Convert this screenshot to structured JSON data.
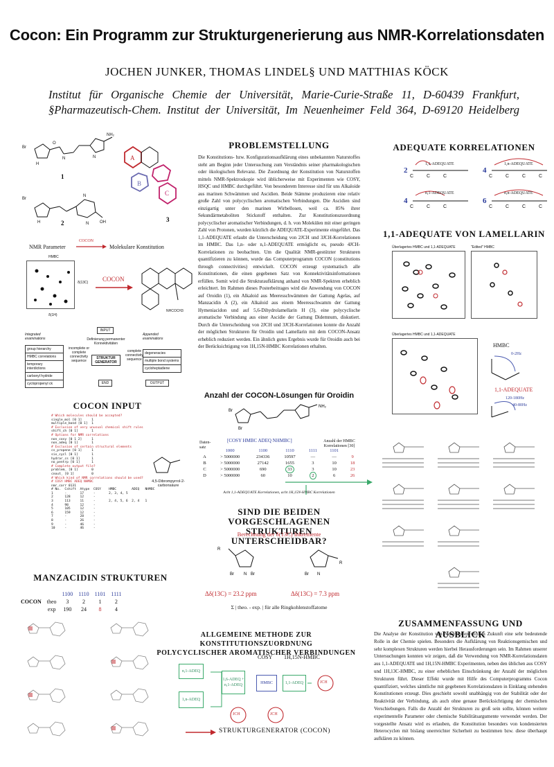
{
  "header": {
    "title": "Cocon: Ein Programm zur Strukturgenerierung aus NMR-Korrelationsdaten",
    "authors": "JOCHEN JUNKER, THOMAS LINDEL§ UND MATTHIAS KÖCK",
    "affiliation": "Institut für Organische Chemie der Universität, Marie-Curie-Straße 11, D-60439 Frankfurt, §Pharmazeutisch-Chem. Institut der Universität, Im Neuenheimer Feld 364, D-69120 Heidelberg"
  },
  "structures": {
    "label_1": "1",
    "label_2": "2",
    "label_3": "3",
    "ring_a": "A",
    "ring_b": "B",
    "ring_c": "C"
  },
  "nmr_flow": {
    "left": "NMR Parameter",
    "arrow": "COCON",
    "right": "Molekulare Konstitution",
    "hmbc_label": "HMBC",
    "cocon_arrow": "COCON",
    "substituent": "NHCOCH3",
    "axis_c": "δ(13C)",
    "axis_h": "δ(1H)"
  },
  "flowchart": {
    "input": "INPUT",
    "defining": "Definierung permanenter Konnektivitäten",
    "generator": "STRUKTUR GENERATOR",
    "end": "END",
    "output": "OUTPUT",
    "incomplete": "incomplete or complete connectivity sequence",
    "complete": "complete connectivity sequence",
    "integrated": "Integrated examinations",
    "appended": "Appended examinations",
    "left_items": [
      "group hierarchy",
      "HMBC correlations",
      "temporary interdictions",
      "carbonyl hydride",
      "cyclopropenyl ck"
    ],
    "right_items": [
      "degeneracies",
      "multiple bond systems",
      "cycloheptadiene"
    ]
  },
  "cocon_input": {
    "heading": "COCON INPUT",
    "code_red_1": "# Which molecules should be accepted?",
    "code_1": "single_mol [0 1]     1\nmultiple_bond [0 1]  1",
    "code_red_2": "# Exclusion of very unusual chemical shift rules",
    "code_2": "shift_ch [0 1]       1",
    "code_red_3": "# Options for NMR correlations",
    "code_3": "non_cosy [0 1 2]     1\nnon_adeq [0 1]       1",
    "code_red_4": "# Exclusion of certain structural elements",
    "code_4": "cs_propene [0 1]     1\nsix_cycl [0 1]       1\nhydrar_cs [0 1]      1\nno_pentrp [0 1]      1",
    "code_red_5": "# Complete output file?",
    "code_5": "problem_ [0 1]       0\ncnout_ [0 1]         0",
    "code_red_6": "# Which kind of NMR correlations should be used?\n# COSY HMBC ADEQ NHMBC",
    "code_6": "nmr_corr 0131",
    "table_header": "# No.  Cshift  Atype  COSY    HMBC        ADEQ   NHMBC",
    "table_rows": "1      -       17     -       2, 3, 4, 5\n2      128     12     -\n3      113     11     -       2, 4, 5, 6  2, 4   1\n4      98      12     -\n5      105     12     -\n6      159     12     -\n7      -       28     -\n8      -       26     -\n9      -       46     -\n10     -       46     -",
    "mol_label": "4,5-Dibrompyrrol-2-carbonsäure"
  },
  "manzacidin": {
    "heading": "MANZACIDIN STRUKTUREN",
    "cols": [
      "1100",
      "1110",
      "1101",
      "1111"
    ],
    "row_label": "COCON",
    "theo_label": "theo",
    "theo": [
      "3",
      "2",
      "1",
      "2"
    ],
    "exp_label": "exp",
    "exp": [
      "190",
      "24",
      "8",
      "4"
    ]
  },
  "problemstellung": {
    "heading": "PROBLEMSTELLUNG",
    "text": "Die Konstitutions- bzw. Konfigurationsaufklärung eines unbekannten Naturstoffes steht am Beginn jeder Untersuchung zum Verständnis seiner pharmakologischen oder ökologischen Relevanz. Die Zuordnung der Konstitution von Naturstoffen mittels NMR-Spektroskopie wird üblicherweise mit Experimenten wie COSY, HSQC und HMBC durchgeführt. Von besonderem Interesse sind für uns Alkaloide aus marinen Schwämmen und Ascidien. Beide Stämme produzieren eine relativ große Zahl von polycyclischen aromatischen Verbindungen. Die Ascidien sind einzigartig unter den marinen Wirbellosen, weil ca. 85% ihrer Sekundärmetaboliten Stickstoff enthalten. Zur Konstitutionszuordnung polycyclischer aromatischer Verbindungen, d. h. von Molekülen mit einer geringen Zahl von Protonen, wurden kürzlich die ADEQUATE-Experimente eingeführt. Das 1,1-ADEQUATE erlaubt die Unterscheidung von 2JCH und 3JCH-Korrelationen im HMBC. Das 1,n- oder n,1-ADEQUATE ermöglicht es, pseudo 4JCH-Korrelationen zu beobachten. Um die Qualität NMR-gestützter Strukturen quantifizieren zu können, wurde das Computerprogramm COCON (constitutions through connectivities) entwickelt. COCON erzeugt systematisch alle Konstitutionen, die einen gegebenen Satz von Konnektivitätsinformationen erfüllen. Somit wird die Strukturaufklärung anhand von NMR-Spektren erheblich erleichtert. Im Rahmen dieses Posterbeitrages wird die Anwendung von COCON auf Oroidin (1), ein Alkaloid aus Meeresschwämmen der Gattung Agelas, auf Manzacidin A (2), ein Alkaloid aus einem Meeresschwamm der Gattung Hymeniacidon und auf 5,6-Dihydrolamellarin H (3), eine polycyclische aromatische Verbindung aus einer Ascidie der Gattung Didemnum, diskutiert. Durch die Unterscheidung von 2JCH und 3JCH-Korrelationen konnte die Anzahl der möglichen Strukturen für Oroidin und Lamellarin mit dem COCON-Ansatz erheblich reduziert werden. Ein ähnlich gutes Ergebnis wurde für Oroidin auch bei der Berücksichtigung von 1H,15N-HMBC Korrelationen erhalten."
  },
  "oroidin": {
    "heading": "Anzahl der COCON-Lösungen für Oroidin",
    "col_header": "[COSY HMBC ADEQ NHMBC]",
    "datensatz": "Daten-satz",
    "hmbc_col": "Anzahl der HMBC Korrelationen [30]",
    "codes": [
      "1000",
      "1100",
      "1110",
      "1111",
      "1101"
    ],
    "rows": [
      {
        "set": "A",
        "v": [
          "> 5000000",
          "234336",
          "10597",
          "—",
          "—"
        ],
        "n": "9"
      },
      {
        "set": "B",
        "v": [
          "> 5000000",
          "27142",
          "1655",
          "3",
          "10"
        ],
        "n": "18"
      },
      {
        "set": "C",
        "v": [
          "> 5000000",
          "690",
          "33",
          "3",
          "10"
        ],
        "n": "23"
      },
      {
        "set": "D",
        "v": [
          "> 5000000",
          "60",
          "10",
          "2",
          "6"
        ],
        "n": "26"
      }
    ],
    "footnote": "Acht 1,1-ADEQUATE Korrelationen, acht 1H,15N-HMBC Korrelationen"
  },
  "unterscheidbar": {
    "heading_1": "SIND DIE BEIDEN VORGESCHLAGENEN",
    "heading_2": "STRUKTUREN UNTERSCHEIDBAR?",
    "subtitle": "Berechnung der δ(13C) Inkremente",
    "delta_left": "Δδ(13C) = 23.2 ppm",
    "delta_right": "Δδ(13C) = 7.3 ppm",
    "sum": "Σ | theo. - exp. | für alle Ringkohlenstoffatome"
  },
  "allgemeine": {
    "heading_1": "ALLGEMEINE METHODE ZUR KONSTITUTIONSZUORDNUNG",
    "heading_2": "POLYCYCLISCHER AROMATISCHER VERBINDUNGEN",
    "cosy": "COSY",
    "nhmbc": "1H,15N-HMBC",
    "n1adeq": "n,1-ADEQ",
    "adeq16": "1,6-ADEQ + n,1-ADEQ",
    "hmbc": "HMBC",
    "adeq11": "1,1-ADEQ",
    "adeq1n": "1,n-ADEQ",
    "jch": "JCH",
    "footer": "STRUKTURGENERATOR (COCON)"
  },
  "adequate": {
    "heading": "ADEQUATE KORRELATIONEN",
    "d1": "2",
    "d1_label": "1,1-ADEQUATE",
    "d2": "4",
    "d2_label": "1,n-ADEQUATE",
    "d3": "4",
    "d3_label": "n,1-ADEQUATE",
    "d4": "6",
    "d4_label": "n,n-ADEQUATE"
  },
  "lamellarin": {
    "heading": "1,1-ADEQUATE VON LAMELLARIN",
    "spec1": "Überlagertes HMBC und 1,1-ADEQUATE",
    "spec2": "\"Edited\" HMBC",
    "spec3": "Überlagertes HMBC und 1,1-ADEQUATE",
    "hmbc": "HMBC",
    "j2": "0-2Hz",
    "adeq": "1,1-ADEQUATE",
    "j1": "120-180Hz",
    "j1b": "40-80Hz"
  },
  "zusammenfassung": {
    "heading": "ZUSAMMENFASSUNG UND AUSBLICK",
    "text": "Die Analyse der Konstitution von Naturstoffen wird in Zukunft eine sehr bedeutende Rolle in der Chemie spielen. Besonders die Aufklärung von Reaktionsgemischen und sehr komplexen Strukturen werden hierbei Herausforderungen sein. Im Rahmen unserer Untersuchungen konnten wir zeigen, daß die Verwendung von NMR-Korrelationsdaten aus 1,1-ADEQUATE und 1H,15N-HMBC Experimenten, neben den üblichen aus COSY und 1H,13C-HMBC, zu einer erheblichen Einschränkung der Anzahl der möglichen Strukturen führt. Dieser Effekt wurde mit Hilfe des Computerprogramms Cocon quantifiziert, welches sämtliche mit gegebenen Korrelationsdaten in Einklang stehenden Konstitutionen erzeugt. Dies geschieht sowohl unabhängig von der Stabilität oder der Reaktivität der Verbindung, als auch ohne genaue Berücksichtigung der chemischen Verschiebungen. Falls die Anzahl der Strukturen zu groß sein sollte, können weitere experimentelle Parameter oder chemische Stabilitätsargumente verwendet werden. Der vorgestellte Ansatz wird es erlauben, die Konstitution besonders von kondensierten Heterocyclen mit bislang unerreichter Sicherheit zu bestimmen bzw. diese überhaupt aufklären zu können."
  },
  "colors": {
    "red": "#c0282d",
    "blue": "#2a3a9a",
    "green": "#3aa96a",
    "magenta": "#c0206a",
    "purple": "#6a6ab0"
  }
}
